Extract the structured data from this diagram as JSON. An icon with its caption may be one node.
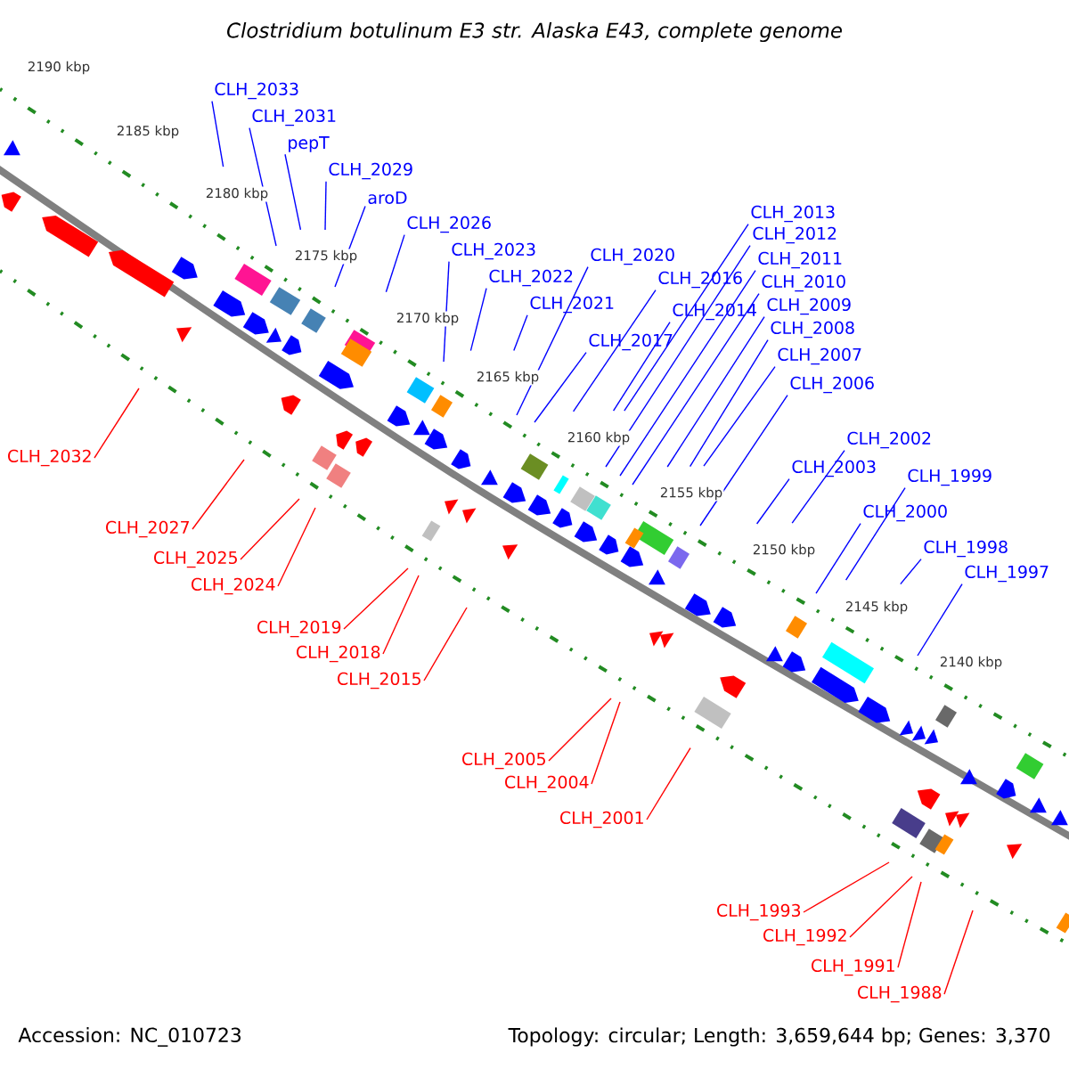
{
  "diagram": {
    "title": "Clostridium botulinum E3 str. Alaska E43, complete genome",
    "nodes": [
      {
        "text": [
          "CLH_2033"
        ]
      },
      {
        "text": [
          "CLH_2031"
        ]
      },
      {
        "text": [
          "pepT"
        ]
      },
      {
        "text": [
          "CLH_2029"
        ]
      },
      {
        "text": [
          "aroD"
        ]
      },
      {
        "text": [
          "CLH_2013"
        ]
      },
      {
        "text": [
          "CLH_2026"
        ]
      },
      {
        "text": [
          "CLH_2012"
        ]
      },
      {
        "text": [
          "CLH_2023"
        ]
      },
      {
        "text": [
          "CLH_2020"
        ]
      },
      {
        "text": [
          "CLH_2011"
        ]
      },
      {
        "text": [
          "CLH_2022"
        ]
      },
      {
        "text": [
          "CLH_2016"
        ]
      },
      {
        "text": [
          "CLH_2010"
        ]
      },
      {
        "text": [
          "CLH_2021"
        ]
      },
      {
        "text": [
          "CLH_2009"
        ]
      },
      {
        "text": [
          "CLH_2014"
        ]
      },
      {
        "text": [
          "CLH_2008"
        ]
      },
      {
        "text": [
          "CLH_2017"
        ]
      },
      {
        "text": [
          "CLH_2007"
        ]
      },
      {
        "text": [
          "CLH_2006"
        ]
      },
      {
        "text": [
          "CLH_2002"
        ]
      },
      {
        "text": [
          "CLH_2032"
        ]
      },
      {
        "text": [
          "CLH_2003"
        ]
      },
      {
        "text": [
          "CLH_1999"
        ]
      },
      {
        "text": [
          "CLH_2000"
        ]
      },
      {
        "text": [
          "CLH_2027"
        ]
      },
      {
        "text": [
          "CLH_1998"
        ]
      },
      {
        "text": [
          "CLH_2025"
        ]
      },
      {
        "text": [
          "CLH_1997"
        ]
      },
      {
        "text": [
          "CLH_2024"
        ]
      },
      {
        "text": [
          "CLH_2019"
        ]
      },
      {
        "text": [
          "CLH_2018"
        ]
      },
      {
        "text": [
          "CLH_2015"
        ]
      },
      {
        "text": [
          "CLH_2005"
        ]
      },
      {
        "text": [
          "CLH_2004"
        ]
      },
      {
        "text": [
          "CLH_2001"
        ]
      },
      {
        "text": [
          "CLH_1993"
        ]
      },
      {
        "text": [
          "CLH_1992"
        ]
      },
      {
        "text": [
          "CLH_1991"
        ]
      },
      {
        "text": [
          "CLH_1988"
        ]
      }
    ],
    "edges": [
      {
        "from": 0,
        "to": null,
        "arrow": "none"
      },
      {
        "from": 1,
        "to": null,
        "arrow": "none"
      },
      {
        "from": 2,
        "to": null,
        "arrow": "none"
      },
      {
        "from": 3,
        "to": null,
        "arrow": "none"
      },
      {
        "from": 4,
        "to": null,
        "arrow": "none"
      },
      {
        "from": 5,
        "to": null,
        "arrow": "none"
      },
      {
        "from": 6,
        "to": null,
        "arrow": "none"
      },
      {
        "from": 7,
        "to": null,
        "arrow": "none"
      },
      {
        "from": 8,
        "to": null,
        "arrow": "none"
      },
      {
        "from": 9,
        "to": null,
        "arrow": "none"
      },
      {
        "from": 10,
        "to": null,
        "arrow": "none"
      },
      {
        "from": 11,
        "to": null,
        "arrow": "none"
      },
      {
        "from": 12,
        "to": null,
        "arrow": "none"
      },
      {
        "from": 13,
        "to": null,
        "arrow": "none"
      },
      {
        "from": 14,
        "to": null,
        "arrow": "none"
      },
      {
        "from": 15,
        "to": null,
        "arrow": "none"
      },
      {
        "from": 16,
        "to": null,
        "arrow": "none"
      },
      {
        "from": 17,
        "to": null,
        "arrow": "none"
      },
      {
        "from": 18,
        "to": null,
        "arrow": "none"
      },
      {
        "from": 19,
        "to": null,
        "arrow": "none"
      },
      {
        "from": 20,
        "to": null,
        "arrow": "none"
      },
      {
        "from": 21,
        "to": null,
        "arrow": "none"
      },
      {
        "from": 22,
        "to": null,
        "arrow": "none",
        "color": "#ff0000"
      },
      {
        "from": 23,
        "to": null,
        "arrow": "none"
      },
      {
        "from": 24,
        "to": null,
        "arrow": "none"
      },
      {
        "from": 25,
        "to": null,
        "arrow": "none"
      },
      {
        "from": 26,
        "to": null,
        "arrow": "none",
        "color": "#ff0000"
      },
      {
        "from": 27,
        "to": null,
        "arrow": "none"
      },
      {
        "from": 28,
        "to": null,
        "arrow": "none",
        "color": "#ff0000"
      },
      {
        "from": 29,
        "to": null,
        "arrow": "none"
      },
      {
        "from": 30,
        "to": null,
        "arrow": "none",
        "color": "#ff0000"
      },
      {
        "from": 31,
        "to": null,
        "arrow": "none",
        "color": "#ff0000"
      },
      {
        "from": 32,
        "to": null,
        "arrow": "none",
        "color": "#ff0000"
      },
      {
        "from": 33,
        "to": null,
        "arrow": "none",
        "color": "#ff0000"
      },
      {
        "from": 34,
        "to": null,
        "arrow": "none",
        "color": "#ff0000"
      },
      {
        "from": 35,
        "to": null,
        "arrow": "none",
        "color": "#ff0000"
      },
      {
        "from": 36,
        "to": null,
        "arrow": "none",
        "color": "#ff0000"
      },
      {
        "from": 37,
        "to": null,
        "arrow": "none",
        "color": "#ff0000"
      },
      {
        "from": 38,
        "to": null,
        "arrow": "none",
        "color": "#ff0000"
      },
      {
        "from": 39,
        "to": null,
        "arrow": "none",
        "color": "#ff0000"
      },
      {
        "from": 40,
        "to": null,
        "arrow": "none",
        "color": "#ff0000"
      }
    ],
    "labels": [
      "2190 kbp",
      "2185 kbp",
      "2180 kbp",
      "2175 kbp",
      "2170 kbp",
      "2165 kbp",
      "2160 kbp",
      "2155 kbp",
      "2150 kbp",
      "2145 kbp",
      "2140 kbp",
      "Accession: NC_010723",
      "Topology: circular; Length: 3,659,644 bp; Genes: 3,370"
    ]
  }
}
